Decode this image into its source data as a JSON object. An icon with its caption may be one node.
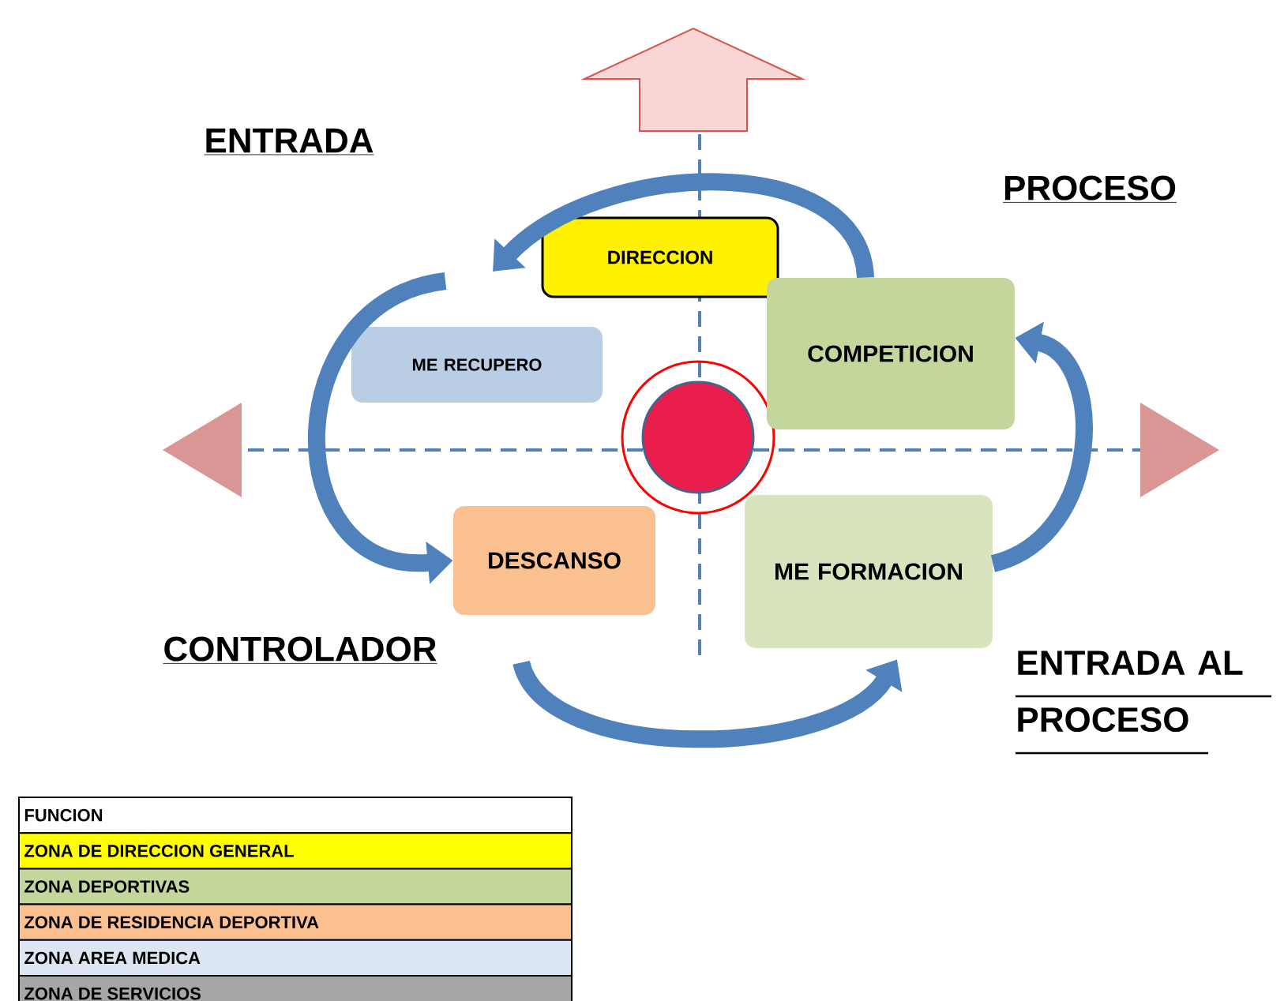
{
  "diagram": {
    "nodes": [
      {
        "text": [
          "DIRECCION"
        ]
      },
      {
        "text": [
          "ME RECUPERO"
        ]
      },
      {
        "text": [
          "COMPETICION"
        ]
      },
      {
        "text": [],
        "shape": "circle"
      },
      {
        "text": [
          "DESCANSO"
        ]
      },
      {
        "text": [
          "ME FORMACION"
        ]
      }
    ],
    "edges": [
      {
        "from": 5,
        "to": 2,
        "arrow": "to"
      },
      {
        "from": 2,
        "to": null,
        "arrow": "to"
      },
      {
        "from": null,
        "to": 4,
        "arrow": "to"
      },
      {
        "from": 4,
        "to": 5,
        "arrow": "to"
      }
    ],
    "labels": [
      "ENTRADA",
      "PROCESO",
      "CONTROLADOR",
      "ENTRADA AL PROCESO",
      "FUNCION"
    ],
    "legend": [
      {
        "text": "ZONA DE DIRECCION GENERAL",
        "color": "#ffff00"
      },
      {
        "text": "ZONA DEPORTIVAS",
        "color": "#c3d69b"
      },
      {
        "text": "ZONA DE RESIDENCIA DEPORTIVA",
        "color": "#fac090"
      },
      {
        "text": "ZONA AREA MEDICA",
        "color": "#dce6f2"
      },
      {
        "text": "ZONA DE SERVICIOS",
        "color": "#a6a6a6"
      }
    ]
  }
}
